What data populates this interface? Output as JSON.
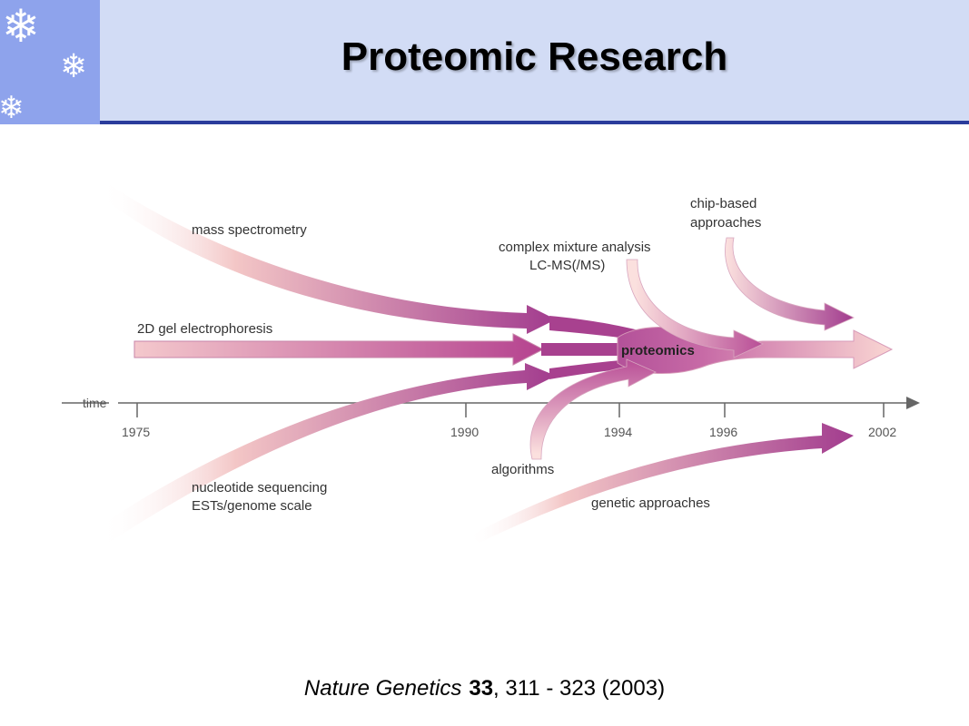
{
  "slide": {
    "title": "Proteomic Research",
    "citation": {
      "journal": "Nature Genetics",
      "volume": "33",
      "details": ", 311 - 323 (2003)"
    }
  },
  "decoration": {
    "icons": [
      "snowflake-icon",
      "snowflake-icon",
      "snowflake-icon"
    ],
    "colors": {
      "header": "#d2dcf5",
      "corner": "#8ea3ec",
      "rule": "#2a3c9c",
      "arrow_strong": "#a03d8c",
      "arrow_light": "#f3c4c4"
    }
  },
  "diagram": {
    "time_axis": {
      "label": "time",
      "ticks": [
        "1975",
        "1990",
        "1994",
        "1996",
        "2002"
      ]
    },
    "hub_label": "proteomics",
    "streams": {
      "mass_spectrometry": "mass spectrometry",
      "gel": "2D gel electrophoresis",
      "nucleotide_1": "nucleotide sequencing",
      "nucleotide_2": "ESTs/genome scale",
      "complex_1": "complex mixture analysis",
      "complex_2": "LC-MS(/MS)",
      "chip_1": "chip-based",
      "chip_2": "approaches",
      "algorithms": "algorithms",
      "genetic": "genetic approaches"
    }
  }
}
